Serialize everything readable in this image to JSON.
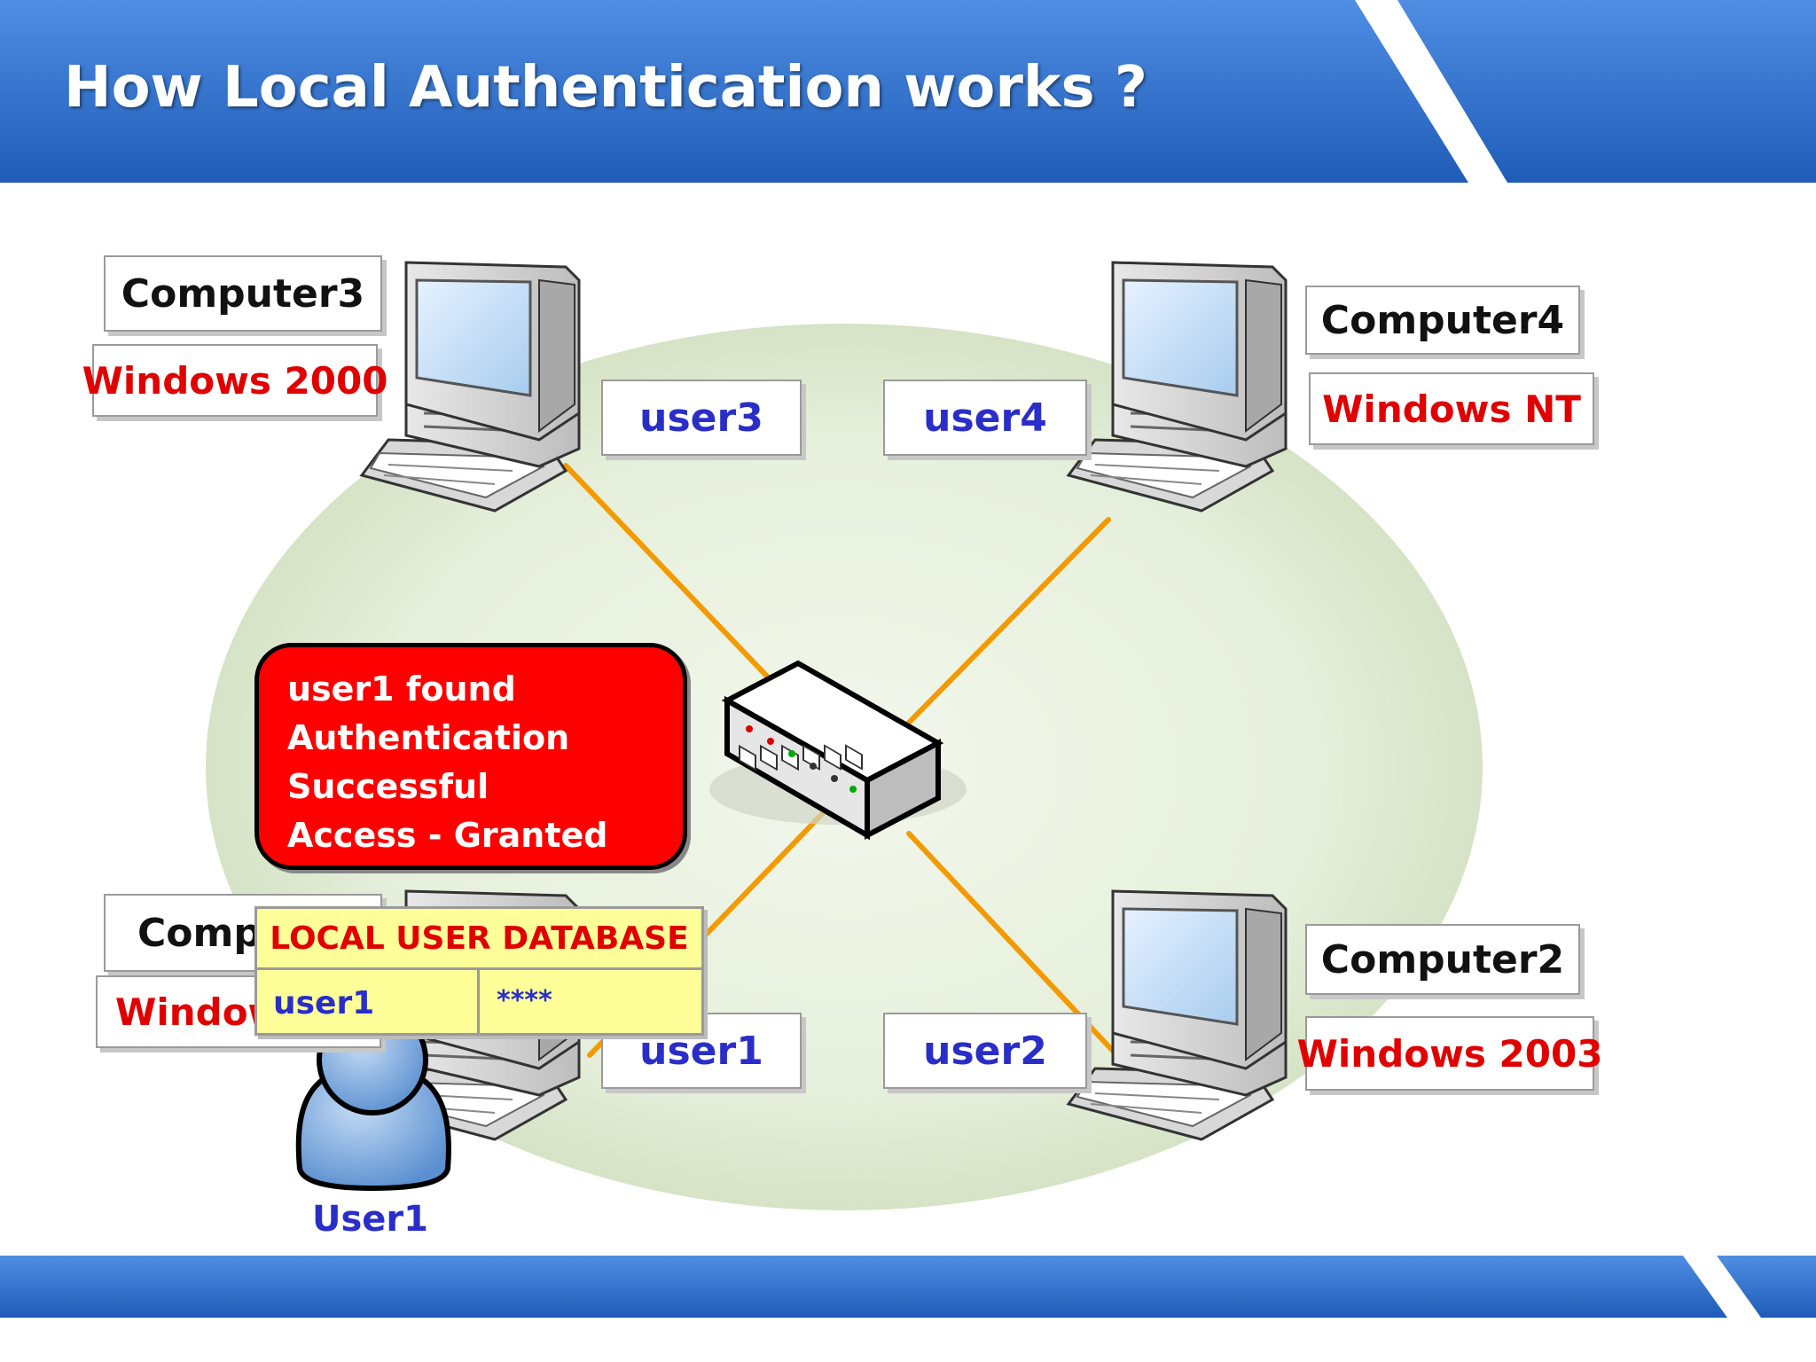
{
  "slide": {
    "title": "How Local Authentication works ?"
  },
  "computers": [
    {
      "name": "Computer3",
      "os": "Windows 2000",
      "user": "user3"
    },
    {
      "name": "Computer4",
      "os": "Windows NT",
      "user": "user4"
    },
    {
      "name": "Compu",
      "os": "Window",
      "user": "user1"
    },
    {
      "name": "Computer2",
      "os": "Windows 2003",
      "user": "user2"
    }
  ],
  "message": {
    "lines": [
      "user1 found",
      "Authentication",
      "Successful",
      "Access - Granted"
    ],
    "color": "#ff0000"
  },
  "database": {
    "title": "LOCAL USER DATABASE",
    "username": "user1",
    "password": "****",
    "background": "#ffff99"
  },
  "person": {
    "label": "User1",
    "icon": "person-icon"
  },
  "colors": {
    "header_blue": "#2f6dc9",
    "link_orange": "#f39a00",
    "os_red": "#e00000",
    "user_blue": "#2a2ec8"
  }
}
